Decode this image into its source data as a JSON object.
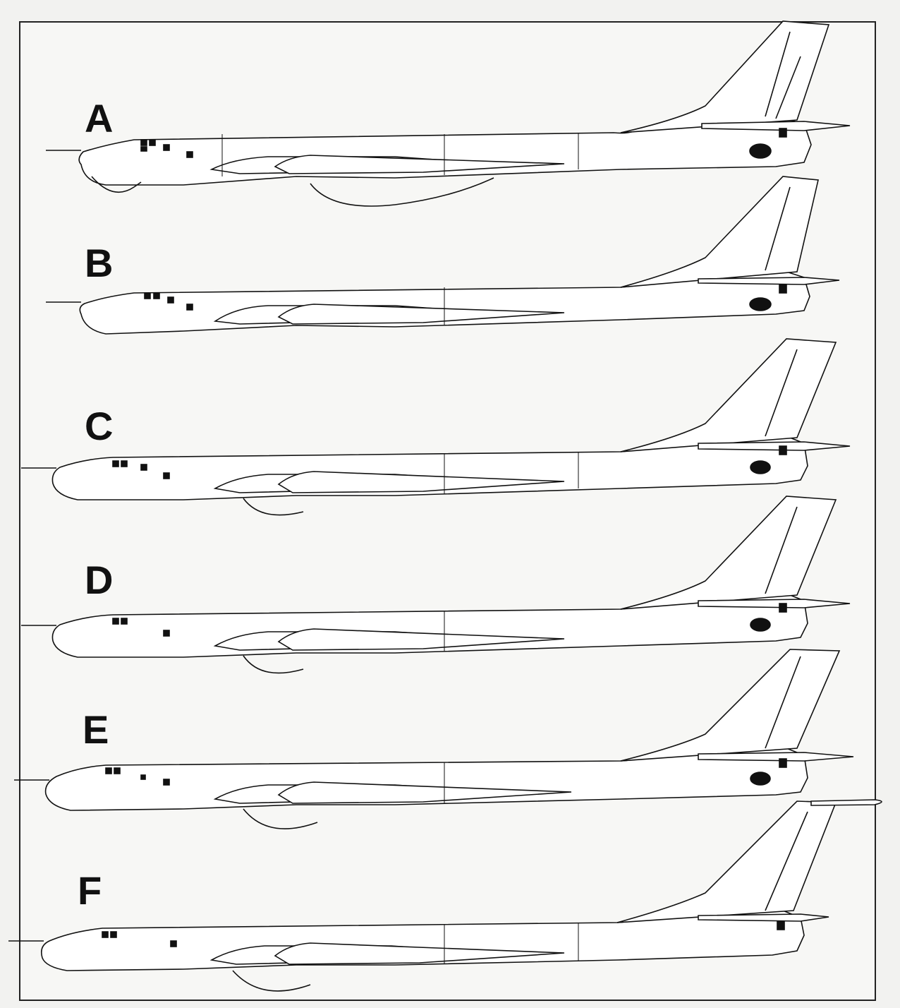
{
  "variants": [
    {
      "id": "A",
      "label": "A"
    },
    {
      "id": "B",
      "label": "B"
    },
    {
      "id": "C",
      "label": "C"
    },
    {
      "id": "D",
      "label": "D"
    },
    {
      "id": "E",
      "label": "E"
    },
    {
      "id": "F",
      "label": "F"
    }
  ],
  "colors": {
    "line": "#111111",
    "paper": "#f7f7f5"
  }
}
